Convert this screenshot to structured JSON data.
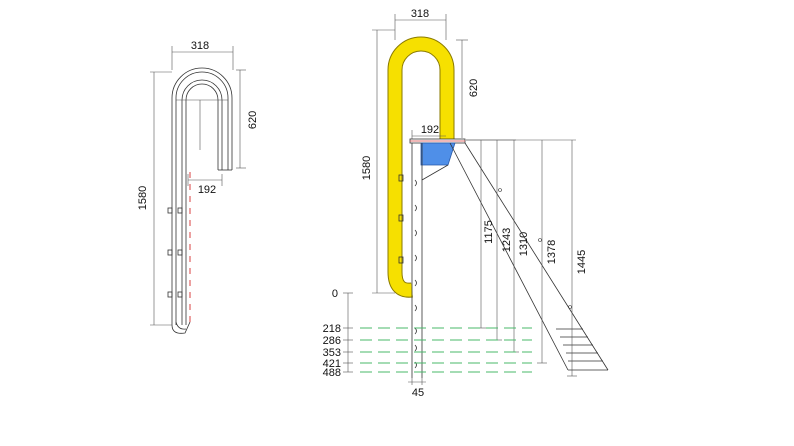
{
  "left_drawing": {
    "width_label": "318",
    "drop_label": "620",
    "height_label": "1580",
    "gap_label": "192"
  },
  "right_drawing": {
    "width_label": "318",
    "drop_label": "620",
    "gap_label": "192",
    "height_label": "1580",
    "zero_label": "0",
    "step_depth_labels": [
      "218",
      "286",
      "353",
      "421",
      "488"
    ],
    "bottom_label": "45",
    "vertical_labels": [
      "1175",
      "1243",
      "1310",
      "1378",
      "1445"
    ]
  },
  "colors": {
    "handrail": "#f6e000",
    "handrail_outline": "#8a7a00",
    "platform_block": "#4f8fe8",
    "water_line": "#49b86a",
    "dashed_red": "#d94040"
  }
}
